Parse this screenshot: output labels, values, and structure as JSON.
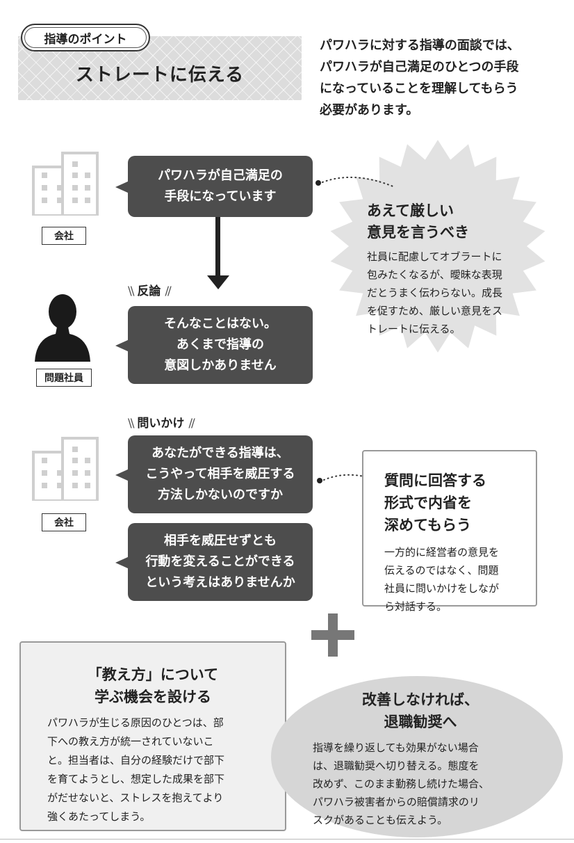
{
  "header": {
    "point_label": "指導のポイント",
    "title": "ストレートに伝える",
    "intro_lines": [
      "パワハラに対する指導の面談では、",
      "パワハラが自己満足のひとつの手段",
      "になっていることを理解してもらう",
      "必要があります。"
    ]
  },
  "labels": {
    "company1": "会社",
    "employee": "問題社員",
    "company2": "会社"
  },
  "bubbles": {
    "b1": [
      "パワハラが自己満足の",
      "手段になっています"
    ],
    "b2": [
      "そんなことはない。",
      "あくまで指導の",
      "意図しかありません"
    ],
    "b3": [
      "あなたができる指導は、",
      "こうやって相手を威圧する",
      "方法しかないのですか"
    ],
    "b4": [
      "相手を威圧せずとも",
      "行動を変えることができる",
      "という考えはありませんか"
    ]
  },
  "sections": {
    "hanron": "反論",
    "toikake": "問いかけ"
  },
  "starburst": {
    "title_lines": [
      "あえて厳しい",
      "意見を言うべき"
    ],
    "body_lines": [
      "社員に配慮してオブラートに",
      "包みたくなるが、曖昧な表現",
      "だとうまく伝わらない。成長",
      "を促すため、厳しい意見をス",
      "トレートに伝える。"
    ]
  },
  "question_box": {
    "title_lines": [
      "質問に回答する",
      "形式で内省を",
      "深めてもらう"
    ],
    "body_lines": [
      "一方的に経営者の意見を",
      "伝えるのではなく、問題",
      "社員に問いかけをしなが",
      "ら対話する。"
    ]
  },
  "teach_box": {
    "title_lines": [
      "「教え方」について",
      "学ぶ機会を設ける"
    ],
    "body_lines": [
      "パワハラが生じる原因のひとつは、部",
      "下への教え方が統一されていないこ",
      "と。担当者は、自分の経験だけで部下",
      "を育てようとし、想定した成果を部下",
      "がだせないと、ストレスを抱えてより",
      "強くあたってしまう。"
    ]
  },
  "ellipse": {
    "title_lines": [
      "改善しなければ、",
      "退職勧奨へ"
    ],
    "body_lines": [
      "指導を繰り返しても効果がない場合",
      "は、退職勧奨へ切り替える。態度を",
      "改めず、このまま勤務し続けた場合、",
      "パワハラ被害者からの賠償請求のリ",
      "スクがあることも伝えよう。"
    ]
  },
  "colors": {
    "bubble": "#4d4d4d",
    "pattern": "#dcdcdc",
    "starburst": "#e2e2e2",
    "ellipse": "#d6d6d6",
    "icon": "#cfcfcf"
  }
}
